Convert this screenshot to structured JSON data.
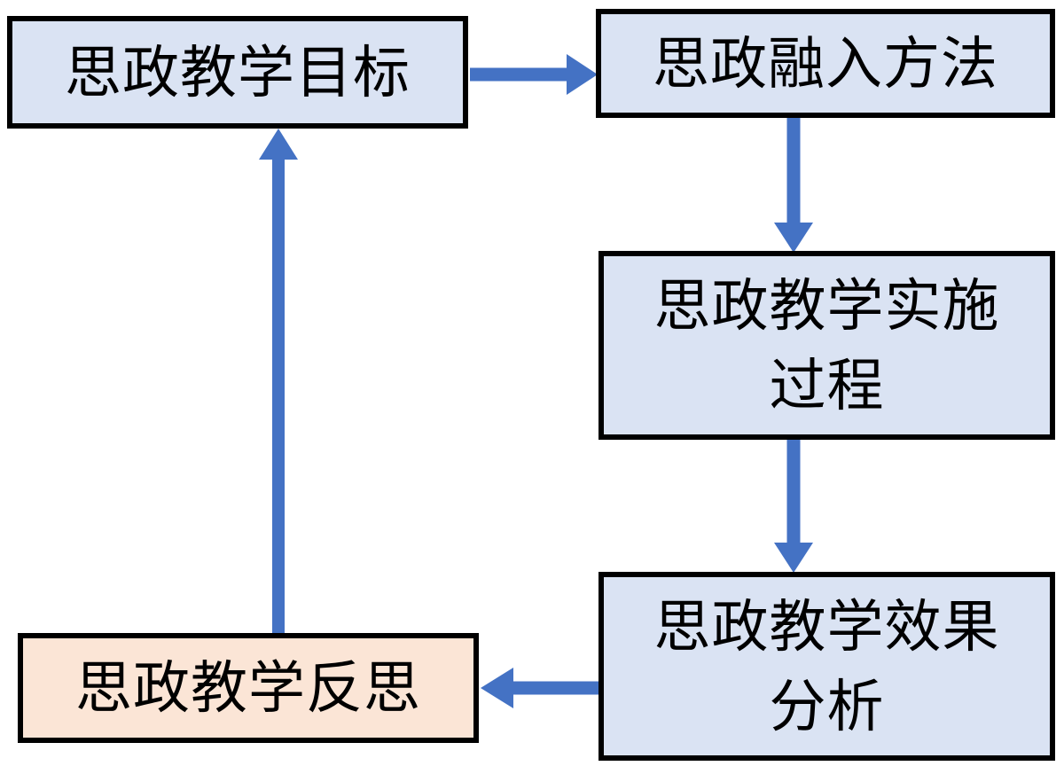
{
  "diagram": {
    "type": "flowchart",
    "colors": {
      "background": "#ffffff",
      "node_fill_primary": "#dae3f3",
      "node_fill_highlight": "#fbe5d6",
      "node_border": "#000000",
      "node_text": "#000000",
      "arrow": "#4472c4"
    },
    "nodes": [
      {
        "id": "goal",
        "fill": "primary",
        "lines": [
          "思政教学目标"
        ]
      },
      {
        "id": "method",
        "fill": "primary",
        "lines": [
          "思政融入方法"
        ]
      },
      {
        "id": "implementation",
        "fill": "primary",
        "lines": [
          "思政教学实施",
          "过程"
        ]
      },
      {
        "id": "analysis",
        "fill": "primary",
        "lines": [
          "思政教学效果",
          "分析"
        ]
      },
      {
        "id": "reflection",
        "fill": "highlight",
        "lines": [
          "思政教学反思"
        ]
      }
    ],
    "edges": [
      {
        "from": "思政教学目标",
        "to": "思政融入方法",
        "direction": "right"
      },
      {
        "from": "思政融入方法",
        "to": "思政教学实施过程",
        "direction": "down"
      },
      {
        "from": "思政教学实施过程",
        "to": "思政教学效果分析",
        "direction": "down"
      },
      {
        "from": "思政教学效果分析",
        "to": "思政教学反思",
        "direction": "left"
      },
      {
        "from": "思政教学反思",
        "to": "思政教学目标",
        "direction": "up"
      }
    ]
  }
}
